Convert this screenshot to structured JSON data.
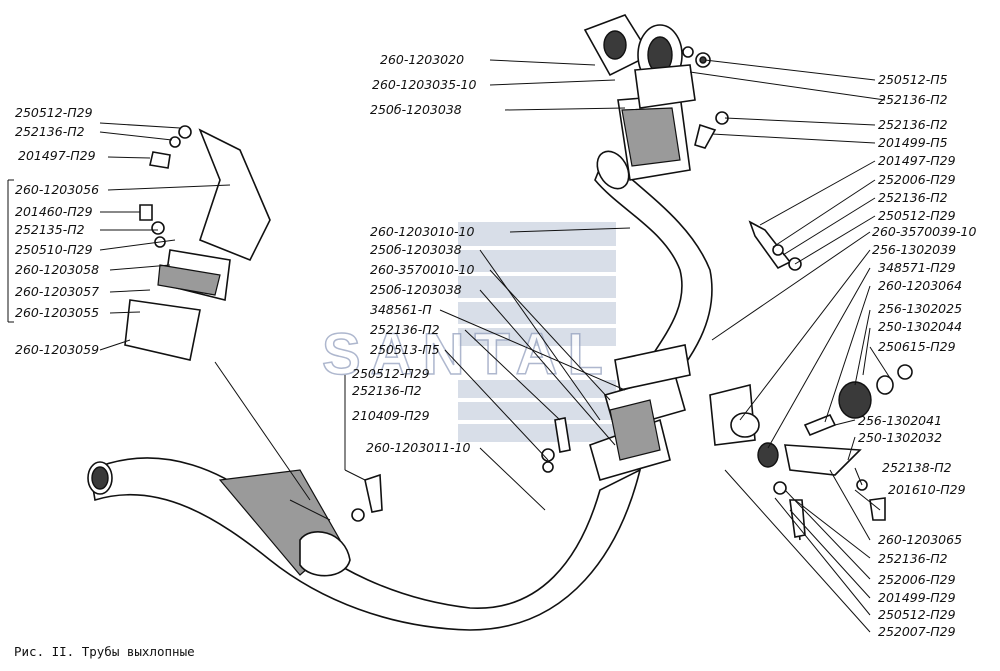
{
  "caption": "Рис. II. Трубы выхлопные",
  "watermark": "SANTAL",
  "colors": {
    "line": "#111111",
    "watermark": "#b8c2d6"
  },
  "labels": {
    "top_left": [
      "260-1203020",
      "260-1203035-10",
      "250б-1203038"
    ],
    "right_top": [
      "250512-П5",
      "252136-П2",
      "252136-П2",
      "201499-П5",
      "201497-П29",
      "252006-П29",
      "252136-П2",
      "250512-П29",
      "260-3570039-10",
      "256-1302039",
      "348571-П29",
      "260-1203064",
      "256-1302025",
      "250-1302044",
      "250615-П29"
    ],
    "right_mid": [
      "256-1302041",
      "250-1302032",
      "252138-П2",
      "201610-П29"
    ],
    "right_bottom": [
      "260-1203065",
      "252136-П2",
      "252006-П29",
      "201499-П29",
      "250512-П29",
      "252007-П29"
    ],
    "left": [
      "250512-П29",
      "252136-П2",
      "201497-П29",
      "260-1203056",
      "201460-П29",
      "252135-П2",
      "250510-П29",
      "260-1203058",
      "260-1203057",
      "260-1203055",
      "260-1203059"
    ],
    "center": [
      "260-1203010-10",
      "250б-1203038",
      "260-3570010-10",
      "250б-1203038",
      "348561-П",
      "252136-П2",
      "250513-П5",
      "250512-П29",
      "252136-П2",
      "210409-П29",
      "260-1203011-10"
    ]
  }
}
